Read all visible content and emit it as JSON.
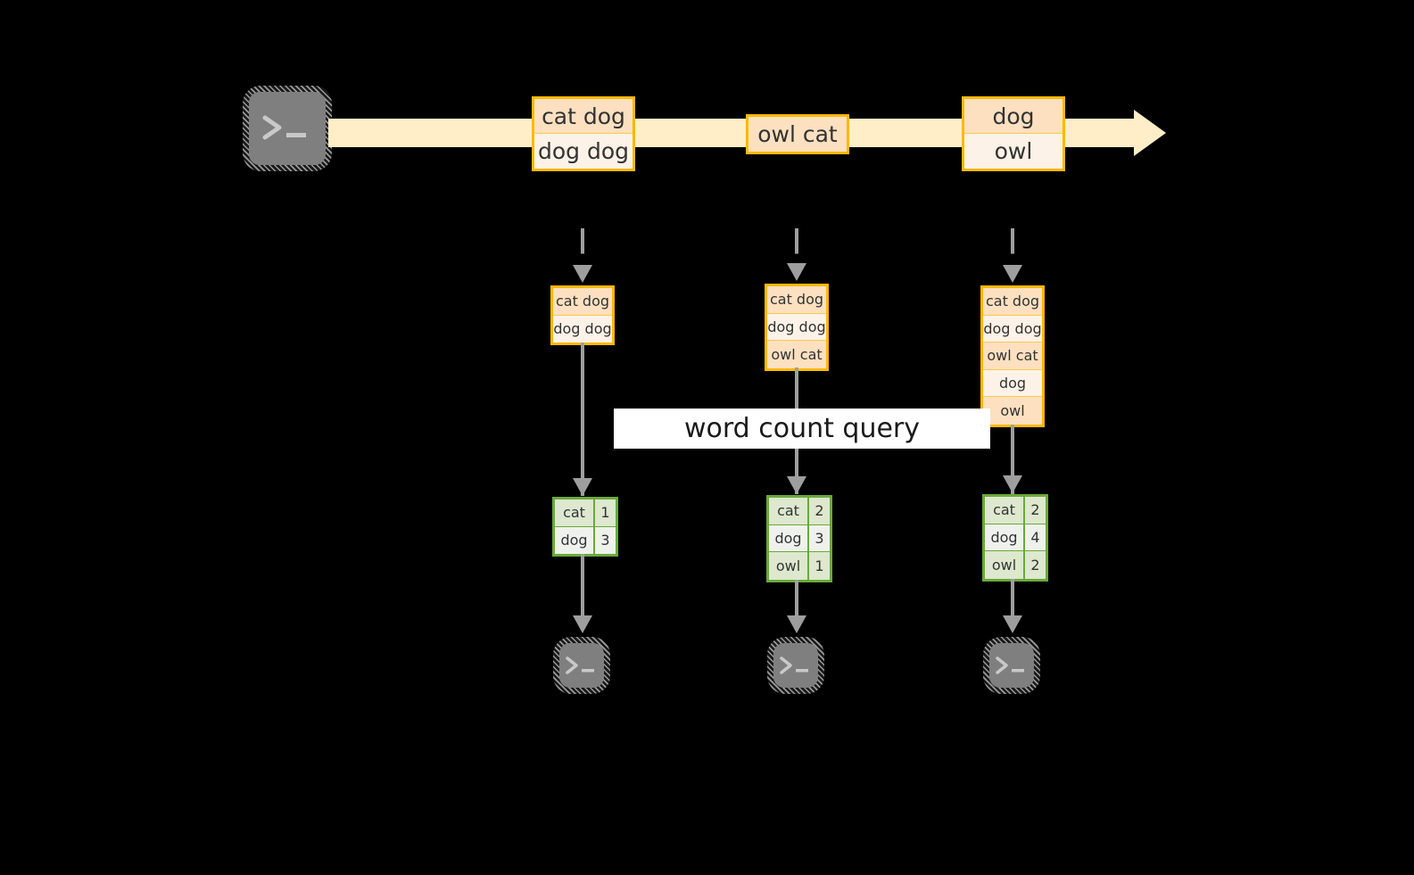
{
  "diagram": {
    "title": "word count streaming query",
    "colors": {
      "background": "#000000",
      "stream_band": "#ffeec8",
      "record_border": "#ffb803",
      "record_fill_dark": "#fce0c0",
      "record_fill_light": "#fdf2e7",
      "table_border": "#6aa939",
      "table_fill_dark": "#dde8cf",
      "table_fill_light": "#eff2ec",
      "connector": "#9e9e9e",
      "terminal_fill": "#7f7f7f",
      "label_background": "#ffffff",
      "label_text": "#1a1a1a"
    }
  },
  "source": {
    "icon": "terminal-icon",
    "prompt_glyph": ">_"
  },
  "stream": {
    "batches": [
      {
        "id": "batch-1",
        "lines": [
          {
            "text": "cat dog",
            "shade": "dark"
          },
          {
            "text": "dog dog",
            "shade": "light"
          }
        ]
      },
      {
        "id": "batch-2",
        "lines": [
          {
            "text": "owl cat",
            "shade": "dark"
          }
        ]
      },
      {
        "id": "batch-3",
        "lines": [
          {
            "text": "dog",
            "shade": "dark"
          },
          {
            "text": "owl",
            "shade": "light"
          }
        ]
      }
    ]
  },
  "query": {
    "label": "word count query"
  },
  "columns": [
    {
      "id": "trigger-1",
      "input_table": {
        "rows": [
          {
            "text": "cat dog",
            "shade": "dark"
          },
          {
            "text": "dog dog",
            "shade": "light"
          }
        ]
      },
      "result_table": {
        "rows": [
          {
            "word": "cat",
            "count": "1",
            "shade": "dark"
          },
          {
            "word": "dog",
            "count": "3",
            "shade": "light"
          }
        ]
      },
      "sink": {
        "icon": "terminal-icon",
        "prompt_glyph": ">_"
      }
    },
    {
      "id": "trigger-2",
      "input_table": {
        "rows": [
          {
            "text": "cat dog",
            "shade": "dark"
          },
          {
            "text": "dog dog",
            "shade": "light"
          },
          {
            "text": "owl cat",
            "shade": "dark"
          }
        ]
      },
      "result_table": {
        "rows": [
          {
            "word": "cat",
            "count": "2",
            "shade": "dark"
          },
          {
            "word": "dog",
            "count": "3",
            "shade": "light"
          },
          {
            "word": "owl",
            "count": "1",
            "shade": "dark"
          }
        ]
      },
      "sink": {
        "icon": "terminal-icon",
        "prompt_glyph": ">_"
      }
    },
    {
      "id": "trigger-3",
      "input_table": {
        "rows": [
          {
            "text": "cat dog",
            "shade": "dark"
          },
          {
            "text": "dog dog",
            "shade": "light"
          },
          {
            "text": "owl cat",
            "shade": "dark"
          },
          {
            "text": "dog",
            "shade": "light"
          },
          {
            "text": "owl",
            "shade": "dark"
          }
        ]
      },
      "result_table": {
        "rows": [
          {
            "word": "cat",
            "count": "2",
            "shade": "dark"
          },
          {
            "word": "dog",
            "count": "4",
            "shade": "light"
          },
          {
            "word": "owl",
            "count": "2",
            "shade": "dark"
          }
        ]
      },
      "sink": {
        "icon": "terminal-icon",
        "prompt_glyph": ">_"
      }
    }
  ]
}
